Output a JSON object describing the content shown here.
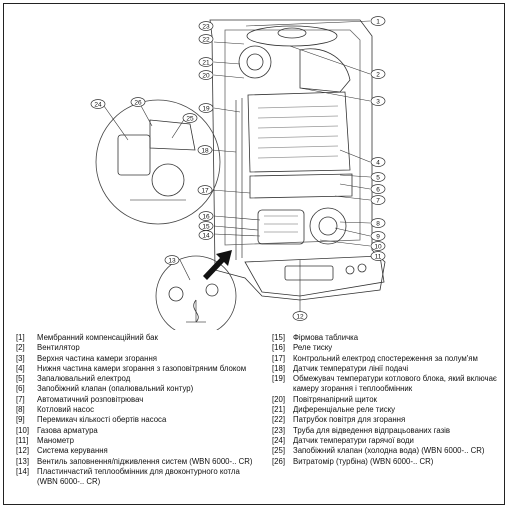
{
  "legend_left": [
    {
      "num": "[1]",
      "text": "Мембранний компенсаційний бак"
    },
    {
      "num": "[2]",
      "text": "Вентилятор"
    },
    {
      "num": "[3]",
      "text": "Верхня частина камери згорання"
    },
    {
      "num": "[4]",
      "text": "Нижня частина камери згорання з газоповітряним блоком"
    },
    {
      "num": "[5]",
      "text": "Запалювальний електрод"
    },
    {
      "num": "[6]",
      "text": "Запобіжний клапан (опалювальний контур)"
    },
    {
      "num": "[7]",
      "text": "Автоматичний розповітрювач"
    },
    {
      "num": "[8]",
      "text": "Котловий насос"
    },
    {
      "num": "[9]",
      "text": "Перемикач кількості обертів насоса"
    },
    {
      "num": "[10]",
      "text": "Газова арматура"
    },
    {
      "num": "[11]",
      "text": "Манометр"
    },
    {
      "num": "[12]",
      "text": "Система керування"
    },
    {
      "num": "[13]",
      "text": "Вентиль заповнення/підживлення систем (WBN 6000-.. CR)"
    },
    {
      "num": "[14]",
      "text": "Пластинчастий теплообмінник для двоконтурного котла (WBN 6000-.. CR)"
    }
  ],
  "legend_right": [
    {
      "num": "[15]",
      "text": "Фірмова табличка"
    },
    {
      "num": "[16]",
      "text": "Реле тиску"
    },
    {
      "num": "[17]",
      "text": "Контрольний електрод спостереження за полум'ям"
    },
    {
      "num": "[18]",
      "text": "Датчик температури лінії подачі"
    },
    {
      "num": "[19]",
      "text": "Обмежувач температури котлового блока, який включає камеру згорання і теплообмінник"
    },
    {
      "num": "[20]",
      "text": "Повітрянапірний щиток"
    },
    {
      "num": "[21]",
      "text": "Диференціальне реле тиску"
    },
    {
      "num": "[22]",
      "text": "Патрубок повітря для згорання"
    },
    {
      "num": "[23]",
      "text": "Труба для відведення відпрацьованих газів"
    },
    {
      "num": "[24]",
      "text": "Датчик температури гарячої води"
    },
    {
      "num": "[25]",
      "text": "Запобіжний клапан (холодна вода) (WBN 6000-.. CR)"
    },
    {
      "num": "[26]",
      "text": "Витратомір (турбіна) (WBN 6000-.. CR)"
    }
  ],
  "callouts": {
    "c1": "1",
    "c2": "2",
    "c3": "3",
    "c4": "4",
    "c5": "5",
    "c6": "6",
    "c7": "7",
    "c8": "8",
    "c9": "9",
    "c10": "10",
    "c11": "11",
    "c12": "12",
    "c13": "13",
    "c14": "14",
    "c15": "15",
    "c16": "16",
    "c17": "17",
    "c18": "18",
    "c19": "19",
    "c20": "20",
    "c21": "21",
    "c22": "22",
    "c23": "23",
    "c24": "24",
    "c25": "25",
    "c26": "26"
  }
}
